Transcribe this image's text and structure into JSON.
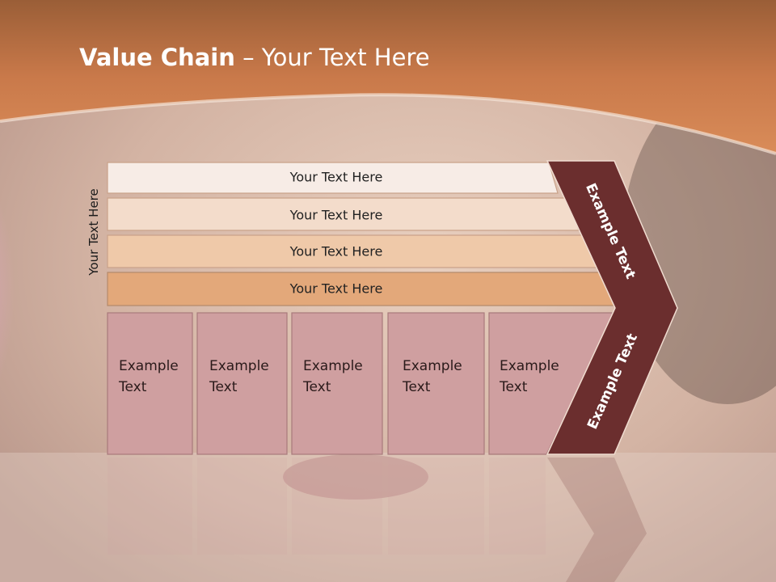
{
  "slide": {
    "title_bold": "Value Chain",
    "title_rest": " – Your Text Here",
    "vertical_label": "Your Text Here"
  },
  "rows": [
    {
      "label": "Your Text Here",
      "fill": "#f7ece6"
    },
    {
      "label": "Your Text Here",
      "fill": "#f3dccb"
    },
    {
      "label": "Your Text Here",
      "fill": "#efc9a9"
    },
    {
      "label": "Your Text Here",
      "fill": "#e3a87a"
    }
  ],
  "columns": [
    {
      "line1": "Example",
      "line2": "Text"
    },
    {
      "line1": "Example",
      "line2": "Text"
    },
    {
      "line1": "Example",
      "line2": "Text"
    },
    {
      "line1": "Example",
      "line2": "Text"
    },
    {
      "line1": "Example",
      "line2": "Text"
    }
  ],
  "chevron": {
    "top_label": "Example Text",
    "bottom_label": "Example Text",
    "fill": "#6b2e2e"
  },
  "colors": {
    "header_band": "#c9794a",
    "column_fill": "#cf9fa0",
    "column_border": "#a87a7b"
  }
}
